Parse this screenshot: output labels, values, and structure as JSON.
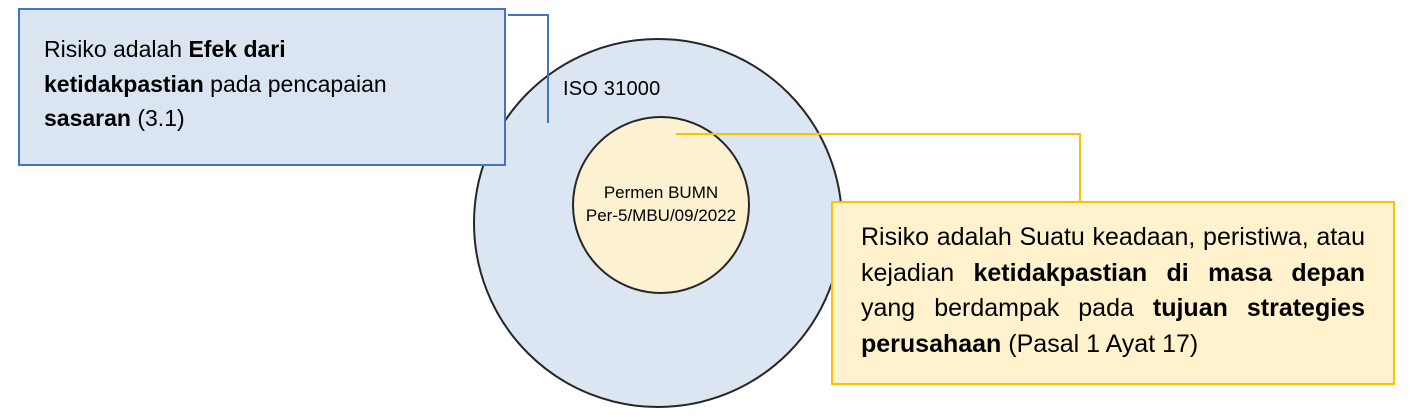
{
  "diagram": {
    "outer_circle": {
      "label": "ISO 31000",
      "fill": "#DCE6F2",
      "stroke": "#262626"
    },
    "inner_circle": {
      "label_line1": "Permen BUMN",
      "label_line2": "Per-5/MBU/09/2022",
      "fill": "#FCF2D2",
      "stroke": "#262626"
    },
    "blue_callout": {
      "fill": "#DBE5F2",
      "border": "#4472C4",
      "segments": [
        {
          "text": "Risiko adalah ",
          "bold": false
        },
        {
          "text": "Efek dari ketidakpastian",
          "bold": true
        },
        {
          "text": " pada pencapaian ",
          "bold": false
        },
        {
          "text": "sasaran",
          "bold": true
        },
        {
          "text": " (3.1)",
          "bold": false
        }
      ]
    },
    "yellow_callout": {
      "fill": "#FFF2CC",
      "border": "#FFC000",
      "segments": [
        {
          "text": "Risiko adalah Suatu keadaan, peristiwa, atau kejadian ",
          "bold": false
        },
        {
          "text": "ketidakpastian di masa depan",
          "bold": true
        },
        {
          "text": " yang berdampak pada ",
          "bold": false
        },
        {
          "text": "tujuan strategies perusahaan",
          "bold": true
        },
        {
          "text": " (Pasal 1 Ayat 17)",
          "bold": false
        }
      ]
    },
    "connectors": {
      "blue_line_color": "#4472C4",
      "orange_line_color": "#FFC000"
    }
  }
}
